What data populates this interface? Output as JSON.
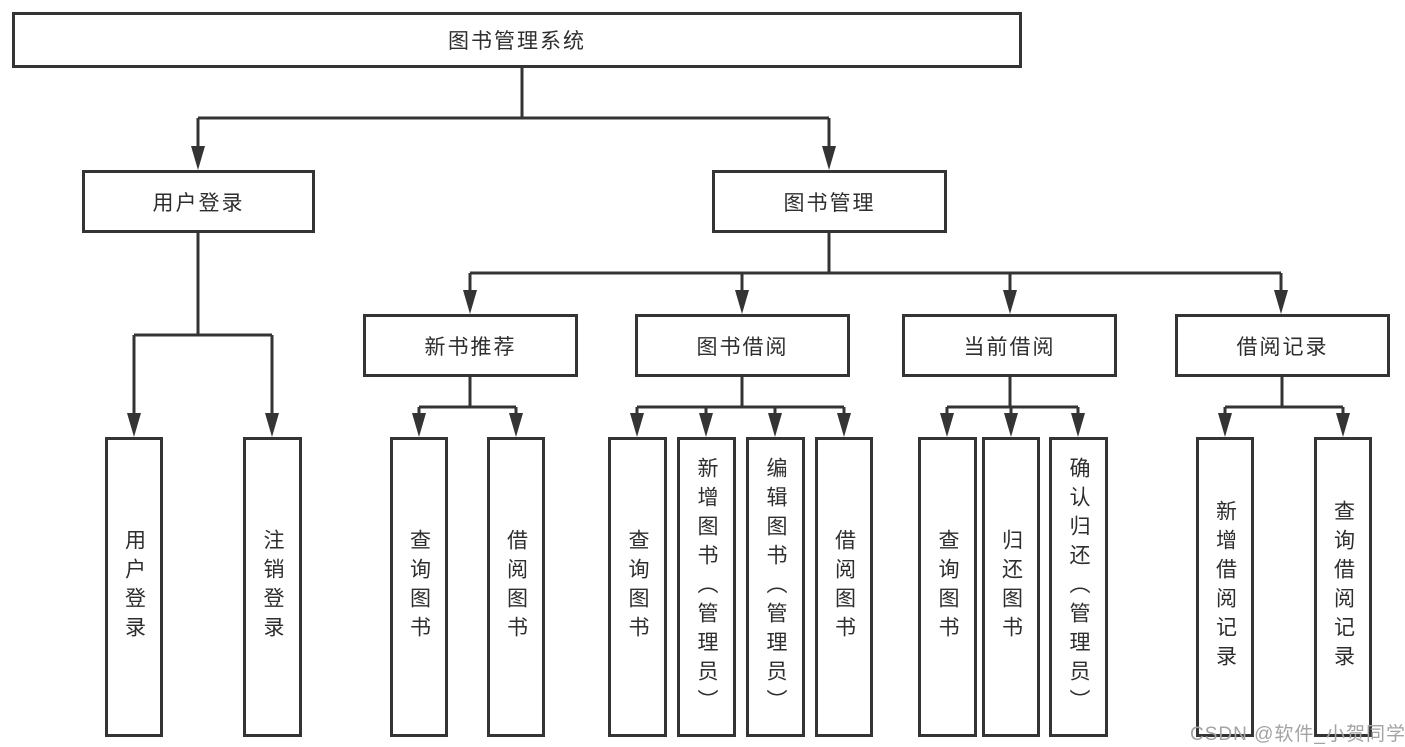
{
  "diagram_type": "hierarchy-tree",
  "tree": {
    "label": "图书管理系统",
    "children": [
      {
        "label": "用户登录",
        "children": [
          {
            "label": "用户登录"
          },
          {
            "label": "注销登录"
          }
        ]
      },
      {
        "label": "图书管理",
        "children": [
          {
            "label": "新书推荐",
            "children": [
              {
                "label": "查询图书"
              },
              {
                "label": "借阅图书"
              }
            ]
          },
          {
            "label": "图书借阅",
            "children": [
              {
                "label": "查询图书"
              },
              {
                "label": "新增图书（管理员）"
              },
              {
                "label": "编辑图书（管理员）"
              },
              {
                "label": "借阅图书"
              }
            ]
          },
          {
            "label": "当前借阅",
            "children": [
              {
                "label": "查询图书"
              },
              {
                "label": "归还图书"
              },
              {
                "label": "确认归还（管理员）"
              }
            ]
          },
          {
            "label": "借阅记录",
            "children": [
              {
                "label": "新增借阅记录"
              },
              {
                "label": "查询借阅记录"
              }
            ]
          }
        ]
      }
    ]
  },
  "watermark": "CSDN @软件_小贺同学",
  "colors": {
    "line": "#343434",
    "text": "#2e2e2e",
    "background": "#ffffff",
    "watermark": "#a3a3a3"
  }
}
